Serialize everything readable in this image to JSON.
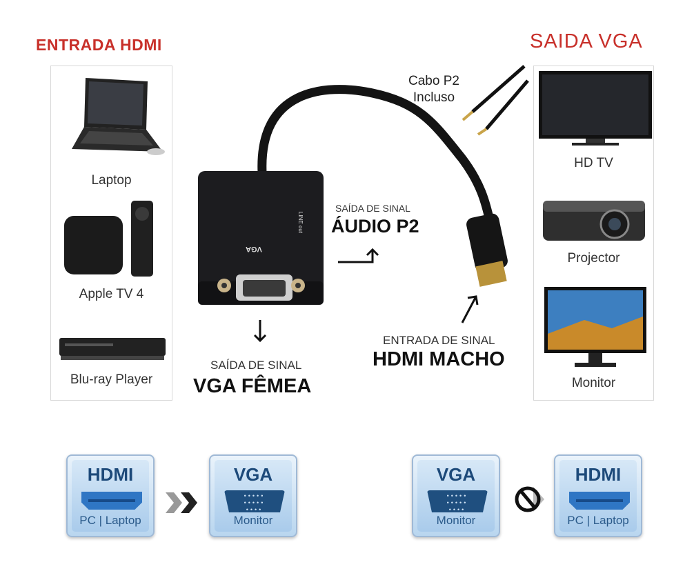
{
  "headings": {
    "input": "ENTRADA HDMI",
    "output": "SAIDA VGA"
  },
  "input_devices": [
    {
      "label": "Laptop"
    },
    {
      "label": "Apple TV 4"
    },
    {
      "label": "Blu-ray Player"
    }
  ],
  "output_devices": [
    {
      "label": "HD  TV"
    },
    {
      "label": "Projector"
    },
    {
      "label": "Monitor"
    }
  ],
  "cable_note": {
    "line1": "Cabo P2",
    "line2": "Incluso"
  },
  "adapter": {
    "vga_marking": "VGA",
    "line_out_marking": "LINE out"
  },
  "callouts": {
    "audio": {
      "small": "SAÍDA DE SINAL",
      "big": "ÁUDIO P2"
    },
    "vga": {
      "small": "SAÍDA DE SINAL",
      "big": "VGA FÊMEA"
    },
    "hdmi": {
      "small": "ENTRADA DE SINAL",
      "big": "HDMI MACHO"
    }
  },
  "compatibility": [
    {
      "from": {
        "title": "HDMI",
        "sub": "PC | Laptop"
      },
      "to": {
        "title": "VGA",
        "sub": "Monitor"
      },
      "relation": "supported"
    },
    {
      "from": {
        "title": "VGA",
        "sub": "Monitor"
      },
      "to": {
        "title": "HDMI",
        "sub": "PC | Laptop"
      },
      "relation": "not-supported"
    }
  ],
  "colors": {
    "heading": "#c8302a",
    "tile_border": "#9fb9d6",
    "tile_text": "#1d4a7a"
  }
}
